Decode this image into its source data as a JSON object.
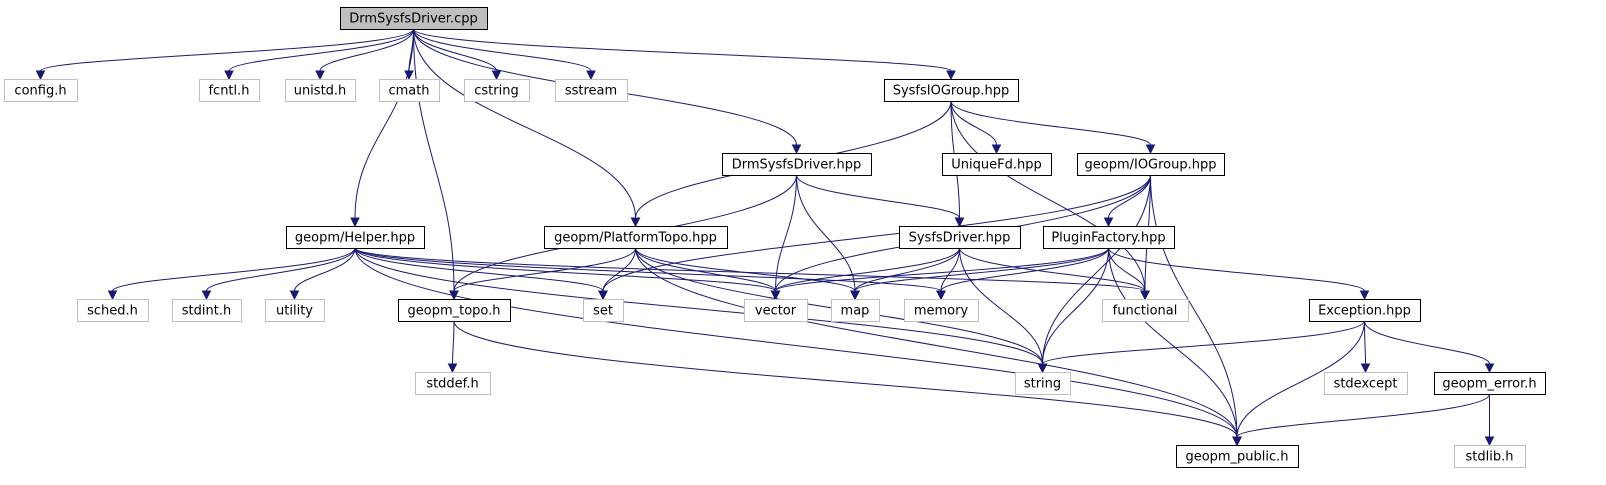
{
  "diagram": {
    "nodes": [
      {
        "id": "root",
        "label": "DrmSysfsDriver.cpp",
        "kind": "root"
      },
      {
        "id": "config",
        "label": "config.h",
        "kind": "external"
      },
      {
        "id": "fcntl",
        "label": "fcntl.h",
        "kind": "external"
      },
      {
        "id": "unistd",
        "label": "unistd.h",
        "kind": "external"
      },
      {
        "id": "cmath",
        "label": "cmath",
        "kind": "external"
      },
      {
        "id": "cstring",
        "label": "cstring",
        "kind": "external"
      },
      {
        "id": "sstream",
        "label": "sstream",
        "kind": "external"
      },
      {
        "id": "sysfsio",
        "label": "SysfsIOGroup.hpp",
        "kind": "header"
      },
      {
        "id": "drmhpp",
        "label": "DrmSysfsDriver.hpp",
        "kind": "header"
      },
      {
        "id": "uniquefd",
        "label": "UniqueFd.hpp",
        "kind": "header"
      },
      {
        "id": "iogroup",
        "label": "geopm/IOGroup.hpp",
        "kind": "header"
      },
      {
        "id": "helper",
        "label": "geopm/Helper.hpp",
        "kind": "header"
      },
      {
        "id": "ptopo",
        "label": "geopm/PlatformTopo.hpp",
        "kind": "header"
      },
      {
        "id": "sysfsdrv",
        "label": "SysfsDriver.hpp",
        "kind": "header"
      },
      {
        "id": "plugin",
        "label": "PluginFactory.hpp",
        "kind": "header"
      },
      {
        "id": "sched",
        "label": "sched.h",
        "kind": "external"
      },
      {
        "id": "stdint",
        "label": "stdint.h",
        "kind": "external"
      },
      {
        "id": "utility",
        "label": "utility",
        "kind": "external"
      },
      {
        "id": "gtopo",
        "label": "geopm_topo.h",
        "kind": "header"
      },
      {
        "id": "set",
        "label": "set",
        "kind": "external"
      },
      {
        "id": "vector",
        "label": "vector",
        "kind": "external"
      },
      {
        "id": "map",
        "label": "map",
        "kind": "external"
      },
      {
        "id": "memory",
        "label": "memory",
        "kind": "external"
      },
      {
        "id": "functional",
        "label": "functional",
        "kind": "external"
      },
      {
        "id": "exception",
        "label": "Exception.hpp",
        "kind": "header"
      },
      {
        "id": "stddef",
        "label": "stddef.h",
        "kind": "external"
      },
      {
        "id": "string",
        "label": "string",
        "kind": "external"
      },
      {
        "id": "stdexcept",
        "label": "stdexcept",
        "kind": "external"
      },
      {
        "id": "gerror",
        "label": "geopm_error.h",
        "kind": "header"
      },
      {
        "id": "gpublic",
        "label": "geopm_public.h",
        "kind": "header"
      },
      {
        "id": "stdlib",
        "label": "stdlib.h",
        "kind": "external"
      }
    ],
    "colors": {
      "root_fill": "#bfbfbf",
      "header_border": "#000000",
      "external_border": "#bfbfbf",
      "edge": "#191970",
      "text": "#000000"
    }
  }
}
